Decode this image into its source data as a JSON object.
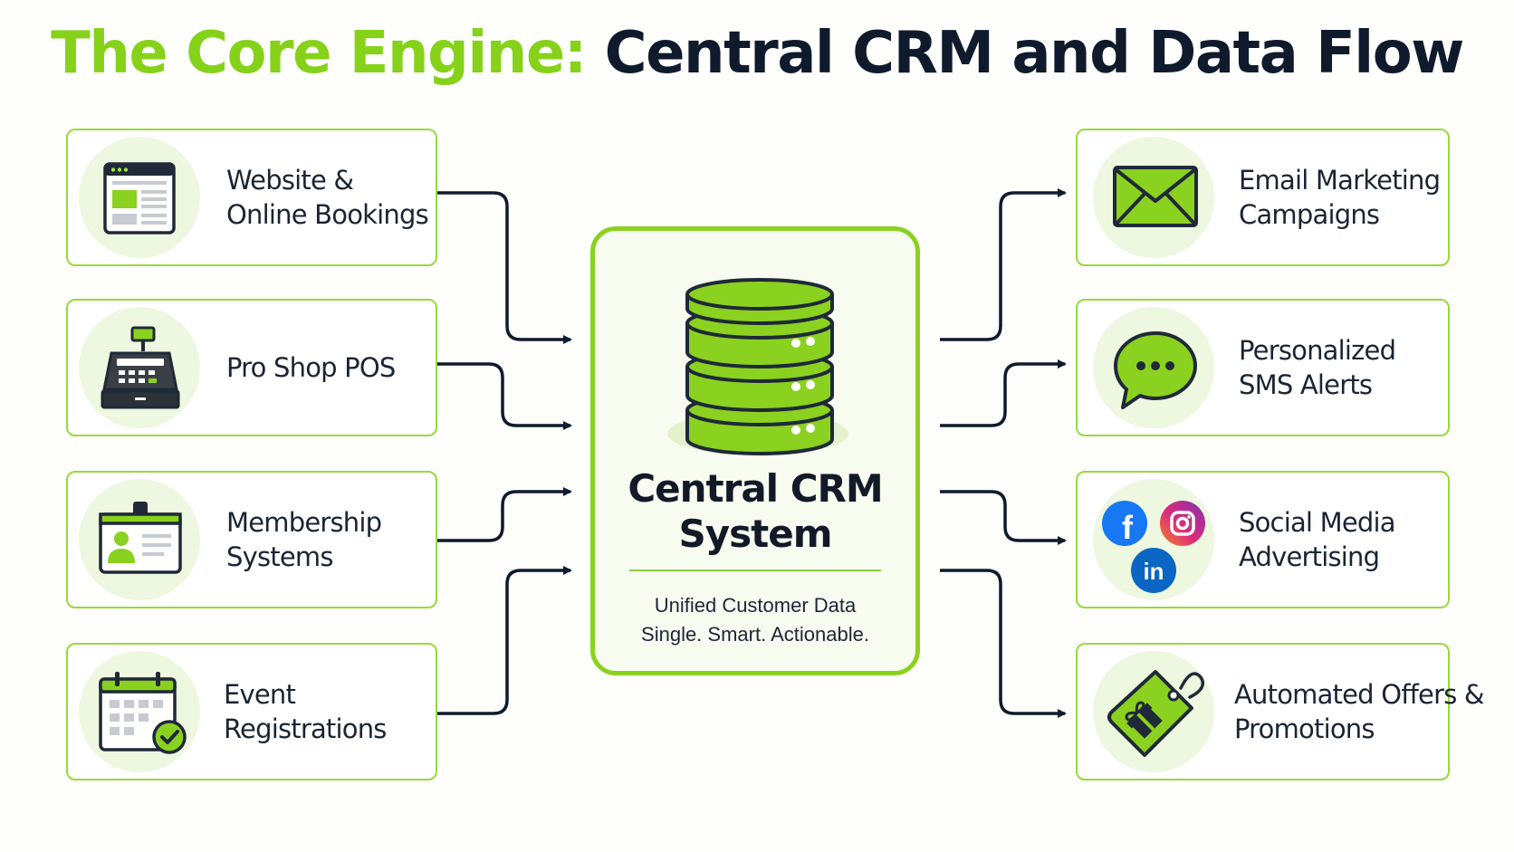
{
  "title": {
    "accent": "The Core Engine:",
    "rest": " Central CRM and Data Flow"
  },
  "center": {
    "title_line1": "Central CRM",
    "title_line2": "System",
    "subtitle_line1": "Unified Customer Data",
    "subtitle_line2": "Single. Smart. Actionable."
  },
  "inputs": [
    {
      "line1": "Website &",
      "line2": "Online Bookings",
      "icon": "browser-window-icon"
    },
    {
      "line1": "Pro Shop POS",
      "line2": "",
      "icon": "cash-register-icon"
    },
    {
      "line1": "Membership",
      "line2": "Systems",
      "icon": "id-badge-icon"
    },
    {
      "line1": "Event",
      "line2": "Registrations",
      "icon": "calendar-check-icon"
    }
  ],
  "outputs": [
    {
      "line1": "Email Marketing",
      "line2": "Campaigns",
      "icon": "envelope-icon"
    },
    {
      "line1": "Personalized",
      "line2": "SMS Alerts",
      "icon": "chat-bubble-icon"
    },
    {
      "line1": "Social Media",
      "line2": "Advertising",
      "icon": "social-media-icons",
      "badges": [
        "f",
        "in"
      ]
    },
    {
      "line1": "Automated Offers &",
      "line2": "Promotions",
      "icon": "gift-tag-icon"
    }
  ],
  "colors": {
    "accent": "#86d21a",
    "border": "#98d93c",
    "dark": "#0f1a2c",
    "facebook": "#1877f2",
    "linkedin": "#0a66c2"
  }
}
